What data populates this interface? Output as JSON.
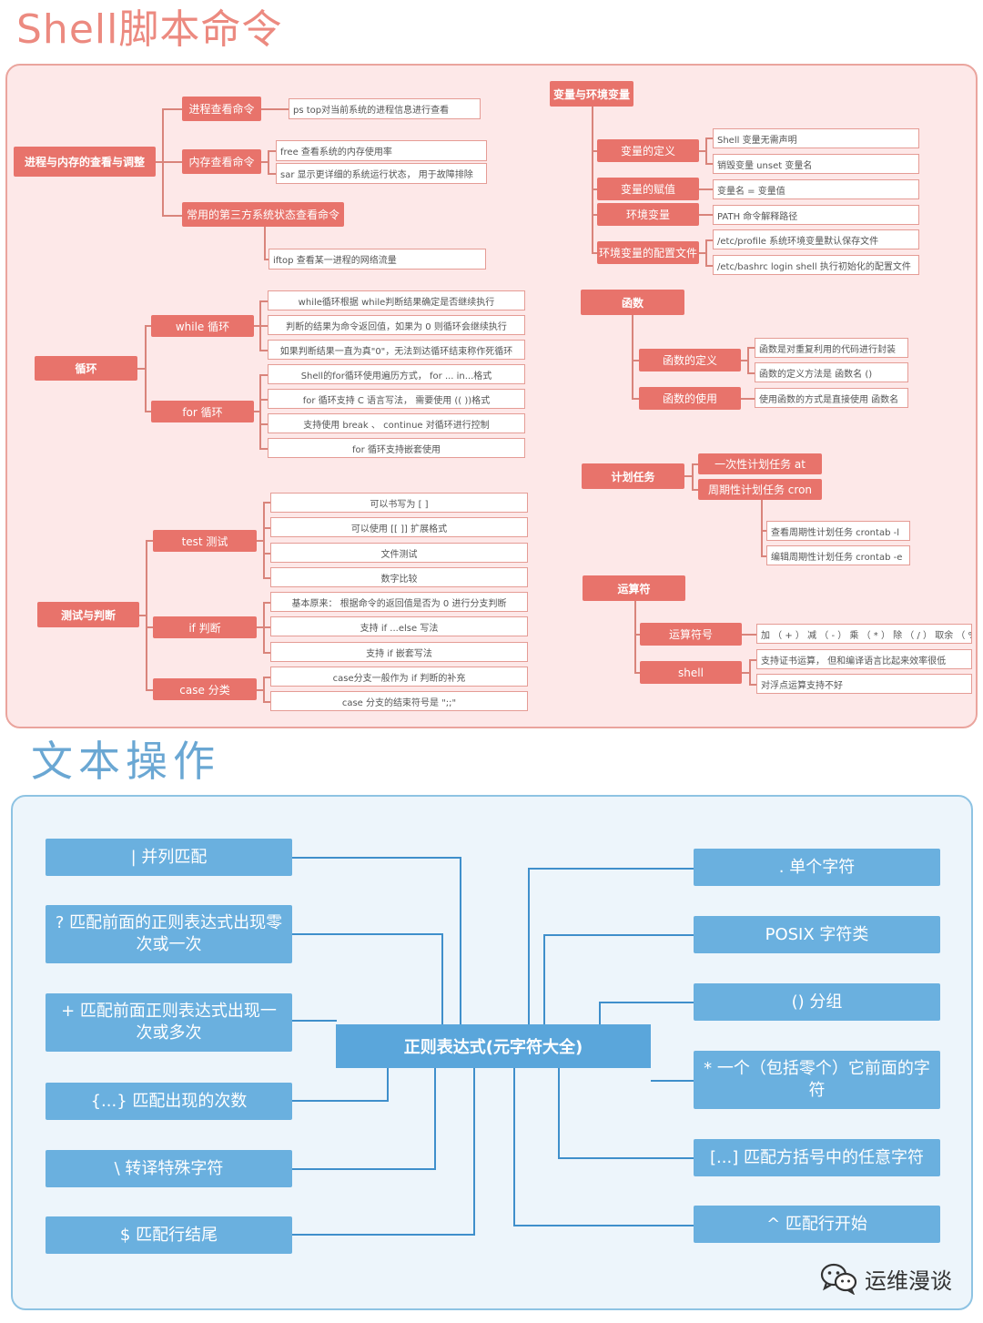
{
  "titles": {
    "shell": "Shell脚本命令",
    "text": "文本操作"
  },
  "process": {
    "root": "进程与内存的查看与调整",
    "proc_cmd": "进程查看命令",
    "proc_desc": "ps  top对当前系统的进程信息进行查看",
    "mem_cmd": "内存查看命令",
    "mem_free": "free  查看系统的内存使用率",
    "mem_sar": "sar  显示更详细的系统运行状态，  用于故障排除",
    "third": "常用的第三方系统状态查看命令",
    "iftop": "iftop  查看某一进程的网络流量"
  },
  "loop": {
    "root": "循环",
    "while": "while  循环",
    "while_items": [
      "while循环根据  while判断结果确定是否继续执行",
      "判断的结果为命令返回值，如果为 0 则循环会继续执行",
      "如果判断结果一直为真\"0\"，无法到达循环结束称作死循环"
    ],
    "for": "for  循环",
    "for_items": [
      "Shell的for循环使用遍历方式，   for ... in...格式",
      "for 循环支持 C 语言写法，   需要使用 ((  ))格式",
      "支持使用  break 、 continue  对循环进行控制",
      "for 循环支持嵌套使用"
    ]
  },
  "test": {
    "root": "测试与判断",
    "test": "test  测试",
    "test_items": [
      "可以书写为  [  ]",
      "可以使用 [[  ]] 扩展格式",
      "文件测试",
      "数字比较"
    ],
    "if": "if  判断",
    "if_items": [
      "基本原来：  根据命令的返回值是否为  0  进行分支判断",
      "支持  if ...else  写法",
      "支持  if  嵌套写法"
    ],
    "case": "case  分类",
    "case_items": [
      "case分支一般作为  if  判断的补充",
      "case  分支的结束符号是 \";;\""
    ]
  },
  "vars": {
    "root": "变量与环境变量",
    "def": "变量的定义",
    "def_items": [
      "Shell  变量无需声明",
      "销毁变量   unset  变量名"
    ],
    "assign": "变量的赋值",
    "assign_item": "变量名  =  变量值",
    "env": "环境变量",
    "env_item": "PATH 命令解释路径",
    "conf": "环境变量的配置文件",
    "conf_items": [
      "/etc/profile    系统环境变量默认保存文件",
      "/etc/bashrc   login   shell 执行初始化的配置文件"
    ]
  },
  "func": {
    "root": "函数",
    "def": "函数的定义",
    "def_items": [
      "函数是对重复利用的代码进行封装",
      "函数的定义方法是   函数名    ()"
    ],
    "use": "函数的使用",
    "use_item": "使用函数的方式是直接使用  函数名"
  },
  "cron": {
    "root": "计划任务",
    "at": "一次性计划任务   at",
    "cron": "周期性计划任务   cron",
    "cron_items": [
      "查看周期性计划任务  crontab  -l",
      "编辑周期性计划任务  crontab  -e"
    ]
  },
  "ops": {
    "root": "运算符",
    "op": "运算符号",
    "op_item": "加 （ + ）  减 （ - ）  乘 （ * ）    除 （ / ）  取余  （ % ）",
    "shell": "shell",
    "shell_items": [
      "支持证书运算，  但和编译语言比起来效率很低",
      "对浮点运算支持不好"
    ]
  },
  "regex": {
    "center": "正则表达式(元字符大全)",
    "left": [
      "|  并列匹配",
      "?  匹配前面的正则表达式出现零次或一次",
      "+  匹配前面正则表达式出现一次或多次",
      "{...}  匹配出现的次数",
      "\\  转译特殊字符",
      "$  匹配行结尾"
    ],
    "right": [
      ".  单个字符",
      "POSIX  字符类",
      "()  分组",
      "*  一个（包括零个）它前面的字符",
      "[...]  匹配方括号中的任意字符",
      "^  匹配行开始"
    ]
  },
  "watermark": {
    "icon": "wechat-icon",
    "text": "运维漫谈"
  },
  "colors": {
    "pink_node": "#e8736b",
    "pink_panel": "#fde8e8",
    "blue_node": "#6ab0df",
    "blue_center": "#5aa6db",
    "blue_panel": "#edf5fb"
  }
}
